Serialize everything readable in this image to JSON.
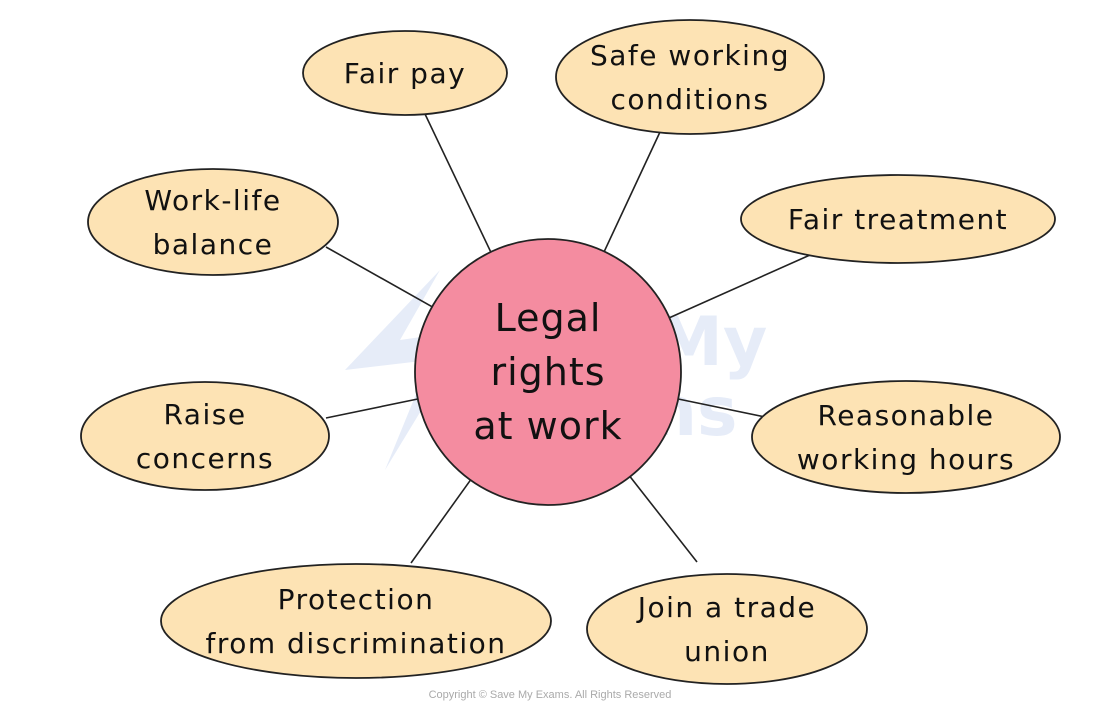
{
  "hub": {
    "lines": [
      "Legal",
      "rights",
      "at work"
    ]
  },
  "nodes": [
    {
      "id": "fair-pay",
      "lines": [
        "Fair pay"
      ]
    },
    {
      "id": "safe-working-conditions",
      "lines": [
        "Safe working",
        "conditions"
      ]
    },
    {
      "id": "fair-treatment",
      "lines": [
        "Fair treatment"
      ]
    },
    {
      "id": "reasonable-working-hours",
      "lines": [
        "Reasonable",
        "working hours"
      ]
    },
    {
      "id": "join-a-trade-union",
      "lines": [
        "Join a trade",
        "union"
      ]
    },
    {
      "id": "protection-from-discrimination",
      "lines": [
        "Protection",
        "from discrimination"
      ]
    },
    {
      "id": "raise-concerns",
      "lines": [
        "Raise",
        "concerns"
      ]
    },
    {
      "id": "work-life-balance",
      "lines": [
        "Work-life",
        "balance"
      ]
    }
  ],
  "watermark": {
    "lines": [
      "SaveMy",
      "Exams"
    ]
  },
  "copyright": "Copyright © Save My Exams. All Rights Reserved",
  "colors": {
    "node_fill": "#fde3b4",
    "hub_fill": "#f48ca0",
    "stroke": "#222222",
    "watermark": "#e6ecf8"
  }
}
